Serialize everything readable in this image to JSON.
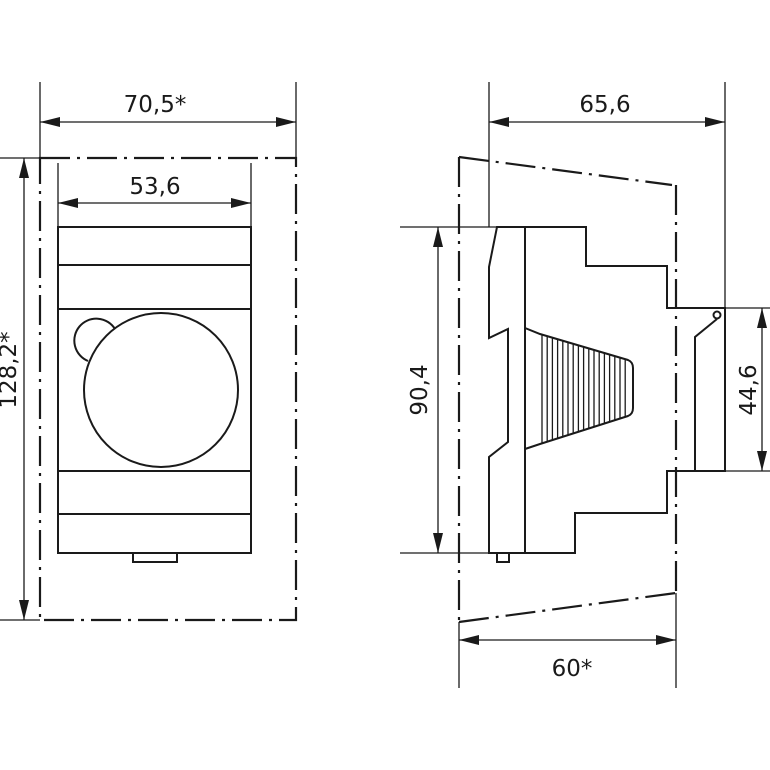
{
  "front_view": {
    "dimensions": {
      "outer_width": "70,5*",
      "inner_width": "53,6",
      "outer_height": "128,2*"
    }
  },
  "side_view": {
    "dimensions": {
      "depth": "65,6",
      "body_height": "90,4",
      "front_height": "44,6",
      "base_depth": "60*"
    }
  },
  "colors": {
    "line": "#1a1a1a",
    "background": "#ffffff"
  }
}
